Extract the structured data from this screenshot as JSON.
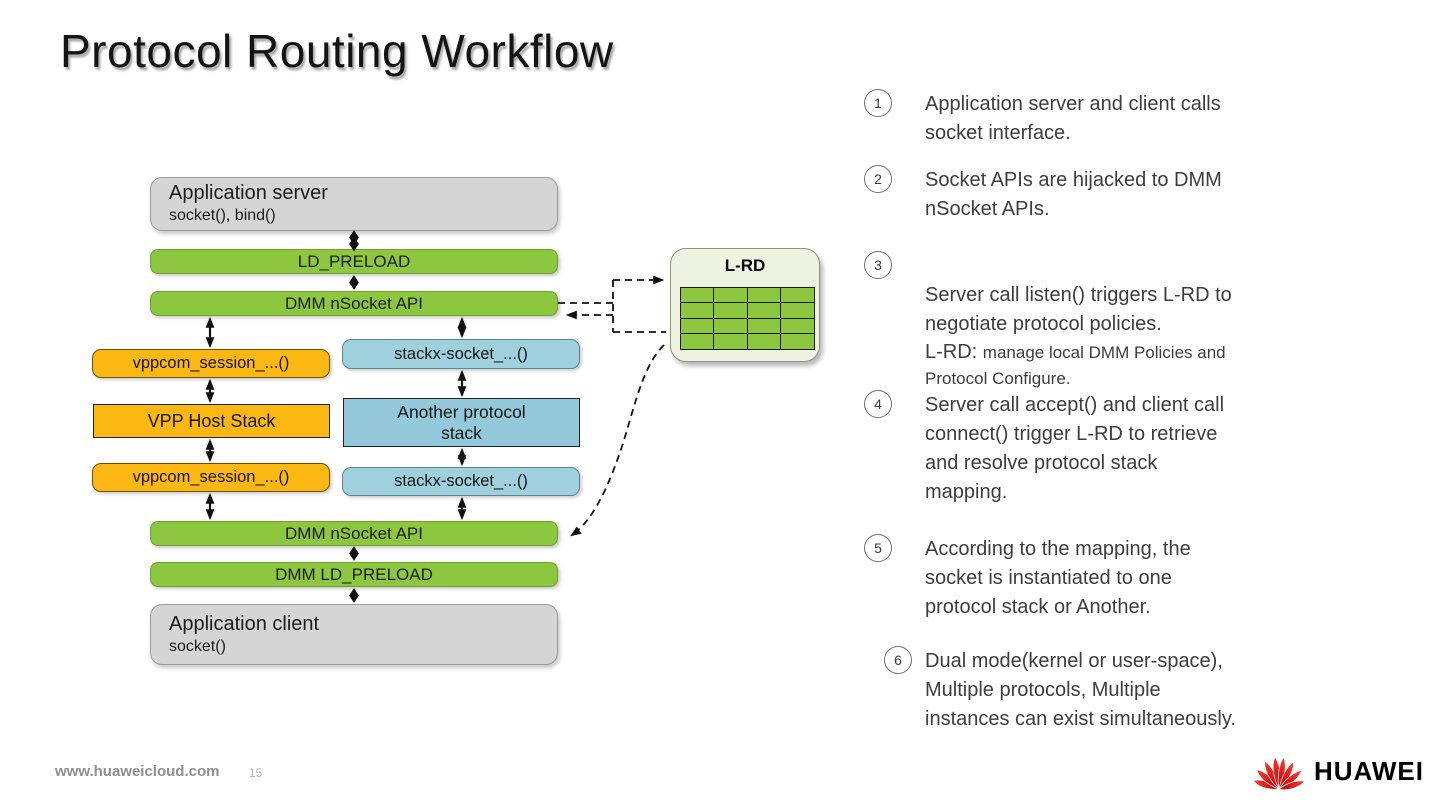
{
  "title": "Protocol Routing Workflow",
  "diagram": {
    "app_server": {
      "title": "Application server",
      "subtitle": "socket(), bind()"
    },
    "ld_preload": "LD_PRELOAD",
    "dmm_nsocket_top": "DMM nSocket API",
    "vppcom_session_top": "vppcom_session_...()",
    "stackx_socket_top": "stackx-socket_...()",
    "vpp_host_stack": "VPP Host Stack",
    "another_stack": "Another protocol\nstack",
    "vppcom_session_bottom": "vppcom_session_...()",
    "stackx_socket_bottom": "stackx-socket_...()",
    "dmm_nsocket_bottom": "DMM nSocket API",
    "dmm_ld_preload": "DMM LD_PRELOAD",
    "app_client": {
      "title": "Application client",
      "subtitle": "socket()"
    },
    "lrd": {
      "label": "L-RD",
      "grid_rows": 4,
      "grid_cols": 4
    }
  },
  "steps": [
    {
      "num": "1",
      "text": "Application server and client calls\nsocket interface."
    },
    {
      "num": "2",
      "text": "Socket APIs are hijacked to DMM\nnSocket APIs."
    },
    {
      "num": "3",
      "text": "Server call listen() triggers L-RD to\nnegotiate protocol policies.",
      "note_prefix": "L-RD: ",
      "note": "manage local DMM Policies and\nProtocol Configure."
    },
    {
      "num": "4",
      "text": "Server call accept() and client call\nconnect() trigger L-RD to retrieve\nand resolve protocol stack\nmapping."
    },
    {
      "num": "5",
      "text": "According to the mapping, the\nsocket is instantiated to one\nprotocol stack or Another."
    },
    {
      "num": "6",
      "text": "Dual mode(kernel or user-space),\nMultiple protocols, Multiple\ninstances can exist simultaneously."
    }
  ],
  "footer": {
    "url": "www.huaweicloud.com",
    "page": "15",
    "brand": "HUAWEI"
  },
  "colors": {
    "green": "#8dc63f",
    "orange": "#fbb813",
    "blue": "#9fd0dd",
    "gray": "#d5d5d5",
    "lrd_bg": "#eef2e1",
    "huawei_red": "#e60012"
  }
}
